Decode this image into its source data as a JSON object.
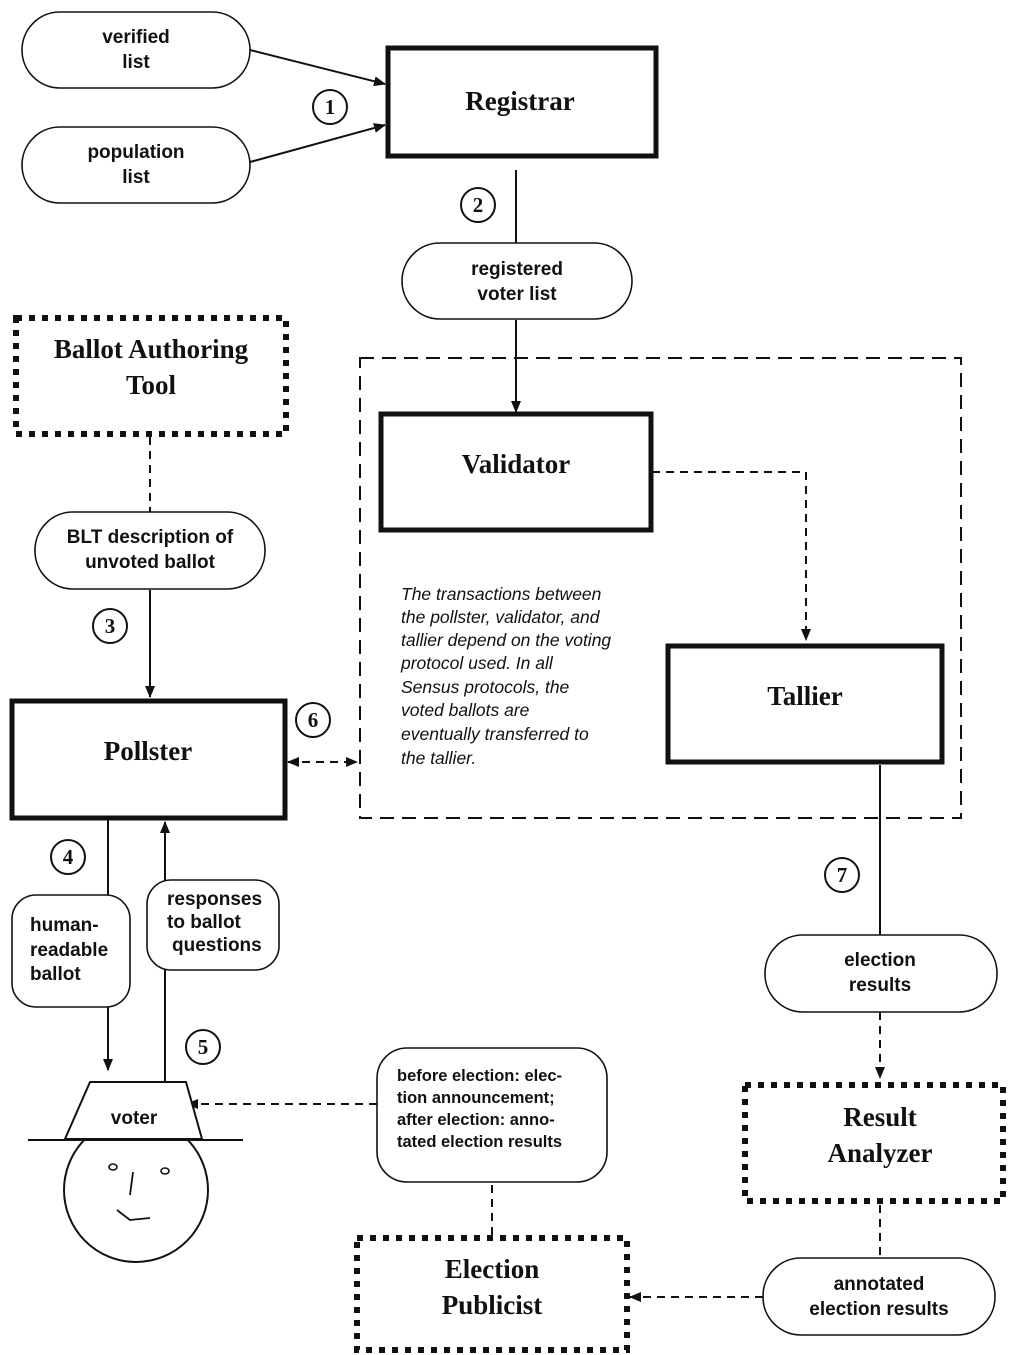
{
  "nodes": {
    "registrar": "Registrar",
    "ballot_authoring_tool": [
      "Ballot Authoring",
      "Tool"
    ],
    "validator": "Validator",
    "tallier": "Tallier",
    "pollster": "Pollster",
    "result_analyzer": [
      "Result",
      "Analyzer"
    ],
    "election_publicist": [
      "Election",
      "Publicist"
    ],
    "voter": "voter"
  },
  "data_items": {
    "verified_list": [
      "verified",
      "list"
    ],
    "population_list": [
      "population",
      "list"
    ],
    "registered_voter_list": [
      "registered",
      "voter list"
    ],
    "blt_description": [
      "BLT description of",
      "unvoted ballot"
    ],
    "human_readable_ballot": [
      "human-",
      "readable",
      "ballot"
    ],
    "responses": [
      "responses",
      "to ballot",
      "questions"
    ],
    "election_results": [
      "election",
      "results"
    ],
    "announcement": [
      "before election: elec-",
      "tion announcement;",
      "after election: anno-",
      "tated election results"
    ],
    "annotated_results": [
      "annotated",
      "election results"
    ]
  },
  "note": [
    "The transactions between",
    "the pollster, validator, and",
    "tallier depend on the voting",
    "protocol used.  In all",
    "Sensus protocols, the",
    "voted ballots are",
    "eventually transferred to",
    "the tallier."
  ],
  "steps": [
    "1",
    "2",
    "3",
    "4",
    "5",
    "6",
    "7"
  ]
}
